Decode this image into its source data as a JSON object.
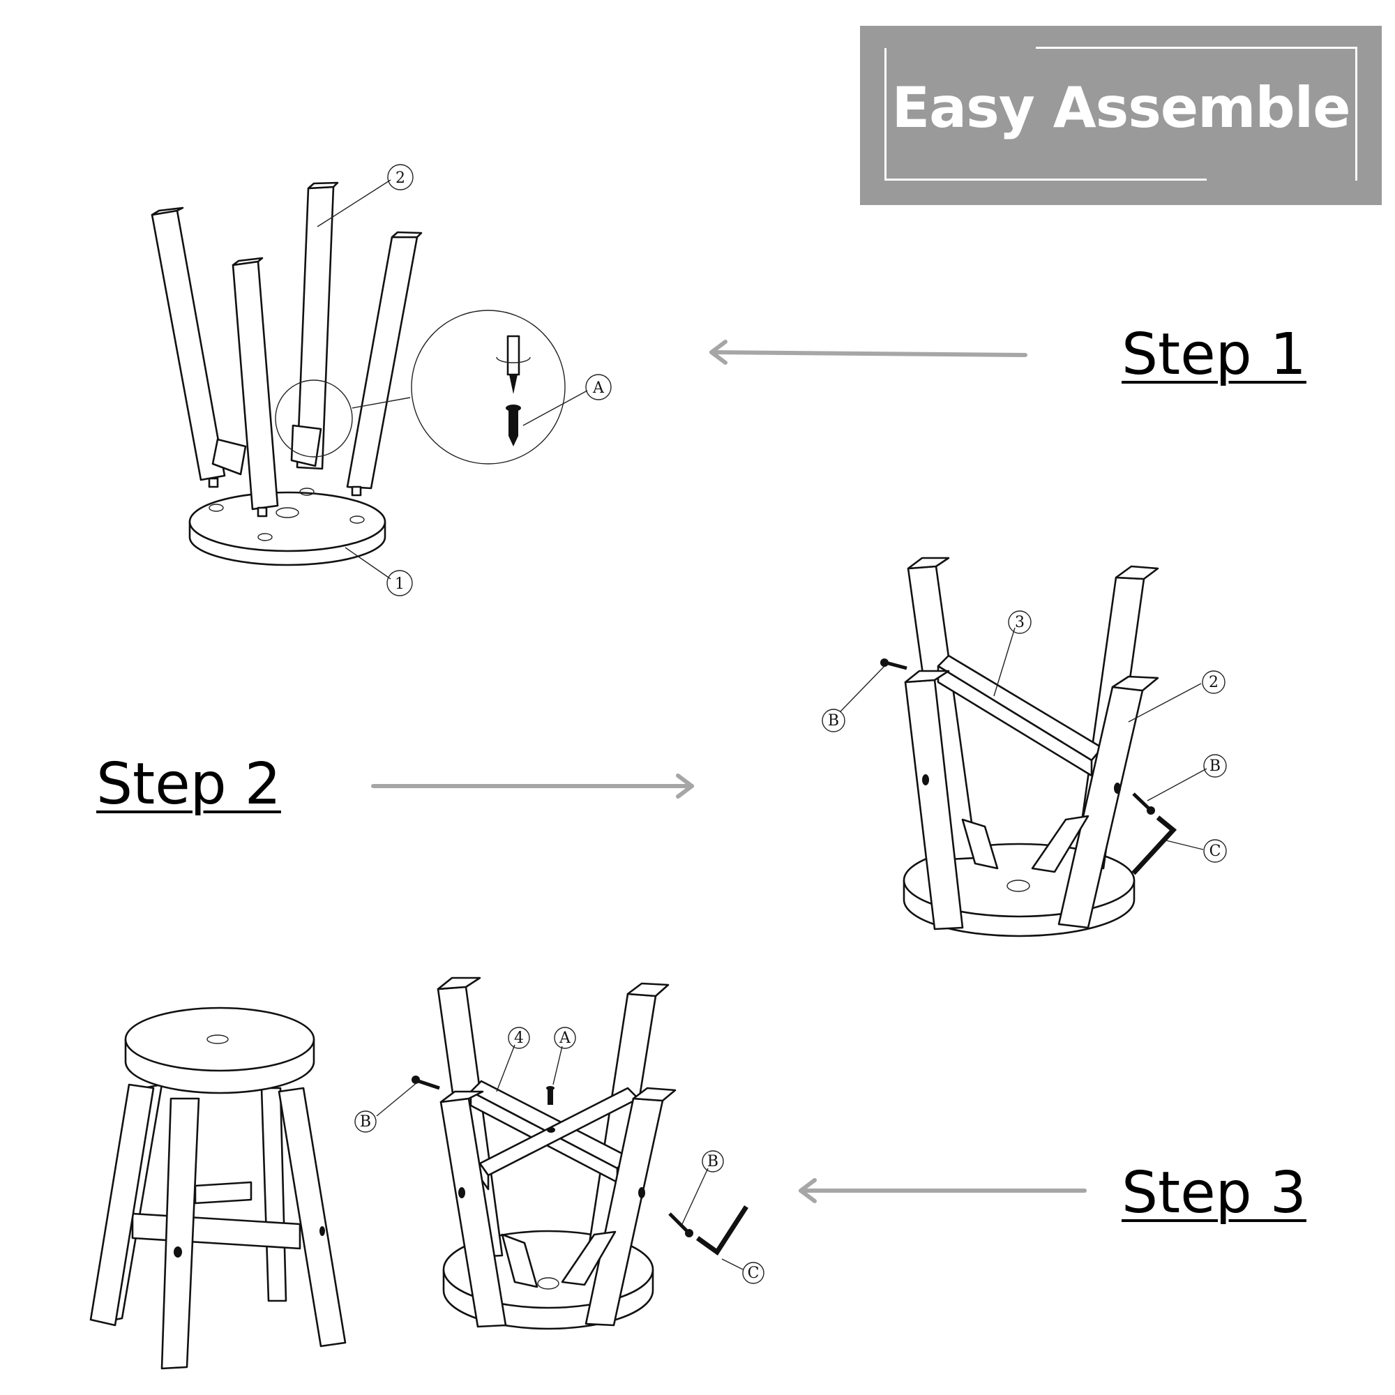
{
  "banner": {
    "title": "Easy Assemble",
    "background": "#9a9a9a",
    "text_color": "#ffffff"
  },
  "steps": [
    {
      "label": "Step 1",
      "arrow_direction": "left"
    },
    {
      "label": "Step 2",
      "arrow_direction": "right"
    },
    {
      "label": "Step 3",
      "arrow_direction": "left"
    }
  ],
  "arrow_color": "#a6a6a6",
  "callouts": {
    "seat": "1",
    "leg": "2",
    "rail_short": "3",
    "rail_cross": "4",
    "screw": "A",
    "bolt": "B",
    "allen_key": "C"
  }
}
